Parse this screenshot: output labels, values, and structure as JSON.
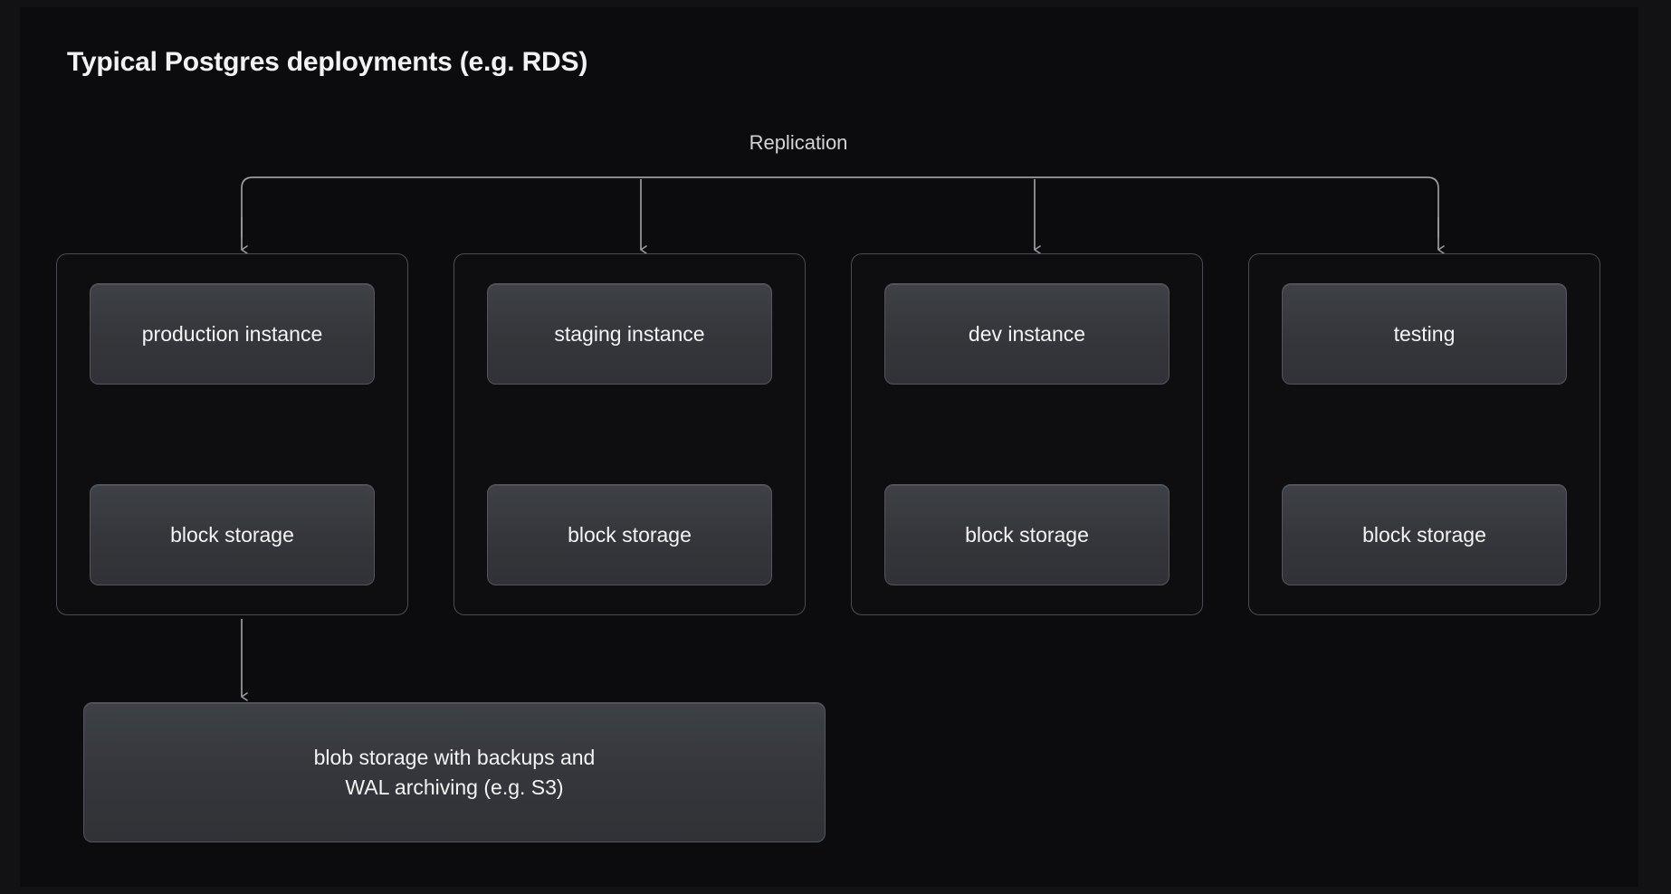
{
  "title": "Typical Postgres deployments (e.g. RDS)",
  "replication_label": "Replication",
  "groups": [
    {
      "instance": "production instance",
      "storage": "block storage"
    },
    {
      "instance": "staging instance",
      "storage": "block storage"
    },
    {
      "instance": "dev instance",
      "storage": "block storage"
    },
    {
      "instance": "testing",
      "storage": "block storage"
    }
  ],
  "blob": {
    "line1": "blob storage with backups and",
    "line2": "WAL archiving (e.g. S3)"
  },
  "colors": {
    "page_background": "#121214",
    "board_background": "#0c0c0e",
    "panel_border": "#4a4c52",
    "node_fill": "#34363b",
    "node_border": "#53565c",
    "text": "#f4f4f5",
    "edge": "#9a9ca3"
  },
  "chart_data": {
    "type": "diagram",
    "title": "Typical Postgres deployments (e.g. RDS)",
    "nodes": [
      "production instance",
      "block storage",
      "staging instance",
      "block storage",
      "dev instance",
      "block storage",
      "testing",
      "block storage",
      "blob storage with backups and WAL archiving (e.g. S3)"
    ],
    "edges": [
      {
        "from": "Replication",
        "to": "production instance",
        "style": "arrow-down"
      },
      {
        "from": "Replication",
        "to": "staging instance",
        "style": "arrow-down"
      },
      {
        "from": "Replication",
        "to": "dev instance",
        "style": "arrow-down"
      },
      {
        "from": "Replication",
        "to": "testing",
        "style": "arrow-down"
      },
      {
        "from": "production instance",
        "to": "block storage",
        "style": "double-arrow"
      },
      {
        "from": "staging instance",
        "to": "block storage",
        "style": "double-arrow"
      },
      {
        "from": "dev instance",
        "to": "block storage",
        "style": "double-arrow"
      },
      {
        "from": "testing",
        "to": "block storage",
        "style": "double-arrow"
      },
      {
        "from": "production group",
        "to": "blob storage with backups and WAL archiving (e.g. S3)",
        "style": "arrow-down"
      }
    ]
  }
}
